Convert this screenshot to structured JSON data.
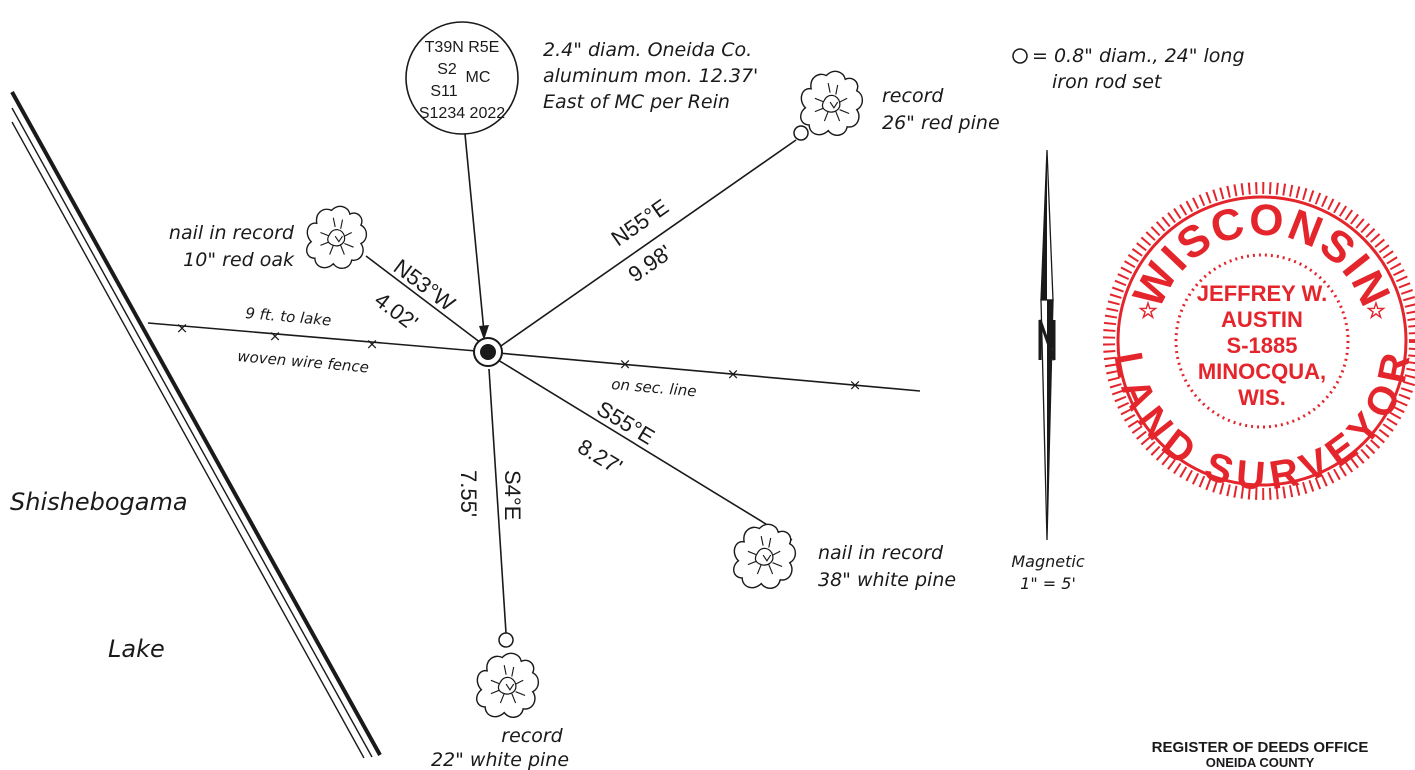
{
  "monument": {
    "circle_lines": [
      "T39N R5E",
      "S2",
      "S11",
      "S1234 2022"
    ],
    "circle_mc": "MC",
    "note_lines": [
      "2.4\" diam. Oneida Co.",
      "aluminum mon. 12.37'",
      "East of MC per Rein"
    ]
  },
  "legend": {
    "line1": "= 0.8\" diam., 24\" long",
    "line2": "iron rod set"
  },
  "ties": {
    "ne": {
      "bearing": "N55°E",
      "distance": "9.98'",
      "label_lines": [
        "record",
        "26\" red pine"
      ]
    },
    "nw": {
      "bearing": "N53°W",
      "distance": "4.02'",
      "label_lines": [
        "nail in record",
        "10\" red oak"
      ]
    },
    "se": {
      "bearing": "S55°E",
      "distance": "8.27'",
      "label_lines": [
        "nail in record",
        "38\" white pine"
      ]
    },
    "s": {
      "bearing": "S4°E",
      "distance": "7.55'",
      "label_lines": [
        "record",
        "22\" white pine"
      ]
    }
  },
  "fence": {
    "to_lake": "9 ft. to lake",
    "label": "woven wire fence"
  },
  "section_line": "on sec. line",
  "lake": {
    "word1": "Shishebogama",
    "word2": "Lake"
  },
  "north_arrow": {
    "label": "Magnetic",
    "scale": "1\" = 5'"
  },
  "seal": {
    "top": "WISCONSIN",
    "bottom": "LAND SURVEYOR",
    "name_lines": [
      "JEFFREY W.",
      "AUSTIN",
      "S-1885",
      "MINOCQUA,",
      "WIS."
    ],
    "color": "#e4262c"
  },
  "footer": {
    "line1": "REGISTER OF DEEDS OFFICE",
    "line2": "ONEIDA COUNTY"
  }
}
